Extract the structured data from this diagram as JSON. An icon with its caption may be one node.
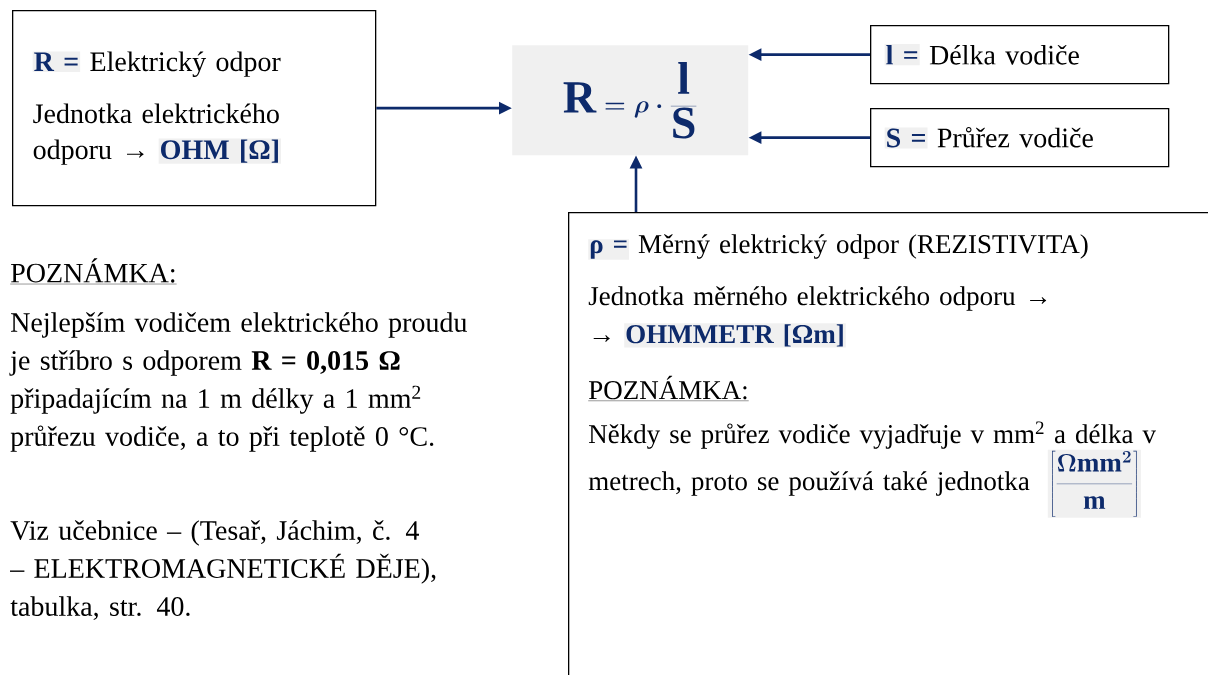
{
  "diagram": {
    "nodes": [
      {
        "text": [
          "R =",
          "Elektrický odpor",
          "Jednotka elektrického odporu →",
          "OHM [Ω]"
        ]
      },
      {
        "text": [
          "\\mathrm{R} = \\rho \\cdot \\frac{\\mathrm{l}}{\\mathrm{S}}"
        ]
      },
      {
        "text": [
          "l =",
          "Délka vodiče"
        ]
      },
      {
        "text": [
          "S =",
          "Průřez vodiče"
        ]
      },
      {
        "text": [
          "ρ =",
          "Měrný elektrický odpor (REZISTIVITA)",
          "Jednotka měrného elektrického odporu →",
          "→",
          "OHMMETR [Ωm]",
          "POZNÁMKA:",
          "Někdy se průřez vodiče vyjadřuje v mm$^{2}$ a délka v metrech, proto se používá také jednotka",
          "\\left[\\frac{\\Omega\\mathrm{mm}^{2}}{\\mathrm{m}}\\right]"
        ]
      }
    ],
    "edges": [
      {
        "from": 0,
        "to": 1,
        "arrow": "to"
      },
      {
        "from": 2,
        "to": 1,
        "arrow": "to"
      },
      {
        "from": 3,
        "to": 1,
        "arrow": "to"
      },
      {
        "from": 4,
        "to": 1,
        "arrow": "to"
      }
    ],
    "labels": [
      "POZNÁMKA:",
      "Nejlepším vodičem elektrického proudu je stříbro s odporem **R = 0,015 Ω** připadajícím na 1 m délky a 1 mm$^{2}$ průřezu vodiče, a to při teplotě 0 °C.",
      "Viz učebnice – (Tesař, Jáchim, č. 4 – ELEKTROMAGNETICKÉ DĚJE), tabulka, str. 40."
    ]
  }
}
